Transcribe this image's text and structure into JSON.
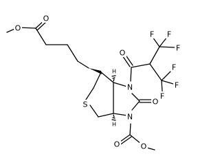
{
  "diagram": {
    "atoms": {
      "o_ester_single": "O",
      "o_ester_double": "O",
      "o_acyl": "O",
      "f1": "F",
      "f2": "F",
      "f3": "F",
      "f4": "F",
      "f5": "F",
      "f6": "F",
      "n_top": "N",
      "n_bottom": "N",
      "o_urea": "O",
      "s_ring": "S",
      "o_carb_double": "O",
      "o_carb_single": "O",
      "h_top": "H",
      "h_bottom": "H"
    }
  }
}
